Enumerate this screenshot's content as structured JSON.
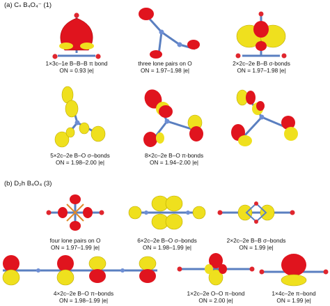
{
  "section_a": {
    "label": "(a) Cₛ B₄O₄⁻ (1)"
  },
  "section_b": {
    "label": "(b) D₂h B₄O₄ (3)"
  },
  "colors": {
    "lobe_pos": "#e0141e",
    "lobe_neg": "#efe01e",
    "bond": "#5a7fc0",
    "atom_b": "#6d8ed4",
    "atom_o": "#e0262e"
  },
  "panels": [
    {
      "id": "a1",
      "line1": "1×3c–1e B–B–B π bond",
      "line2": "ON = 0.93 |e|"
    },
    {
      "id": "a2",
      "line1": "three lone pairs on O",
      "line2": "ON = 1.97–1.98 |e|"
    },
    {
      "id": "a3",
      "line1": "2×2c–2e B–B σ-bonds",
      "line2": "ON = 1.97–1.98 |e|"
    },
    {
      "id": "a4",
      "line1": "5×2c–2e B–O σ–bonds",
      "line2": "ON = 1.98–2.00 |e|"
    },
    {
      "id": "a5",
      "line1": "8×2c–2e B–O π-bonds",
      "line2": "ON = 1.94–2.00 |e|"
    },
    {
      "id": "a6",
      "line1": "",
      "line2": ""
    },
    {
      "id": "b1",
      "line1": "four lone pairs on O",
      "line2": "ON = 1.97–1.99 |e|"
    },
    {
      "id": "b2",
      "line1": "6×2c–2e B–O σ–bonds",
      "line2": "ON = 1.98–1.99 |e|"
    },
    {
      "id": "b3",
      "line1": "2×2c–2e B–B σ–bonds",
      "line2": "ON = 1.99 |e|"
    },
    {
      "id": "b4",
      "line1": "4×2c–2e B–O π–bonds",
      "line2": "ON = 1.98–1.99 |e|"
    },
    {
      "id": "b5",
      "line1": "",
      "line2": ""
    },
    {
      "id": "b6",
      "line1": "1×2c–2e O–O π–bond",
      "line2": "ON = 2.00 |e|"
    },
    {
      "id": "b7",
      "line1": "1×4c–2e π–bond",
      "line2": "ON = 1.99 |e|"
    }
  ]
}
